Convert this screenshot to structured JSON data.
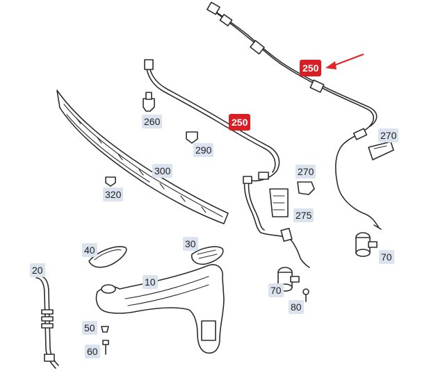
{
  "callouts": {
    "c250_top": "250",
    "c250_mid": "250",
    "c260": "260",
    "c290": "290",
    "c300": "300",
    "c320": "320",
    "c270_mid": "270",
    "c270_right": "270",
    "c275": "275",
    "c70_mid": "70",
    "c70_right": "70",
    "c80": "80",
    "c40": "40",
    "c30": "30",
    "c10": "10",
    "c20": "20",
    "c50": "50",
    "c60": "60"
  },
  "colors": {
    "highlight": "#d91f26",
    "label_bg": "#dbe3ee",
    "line": "#2b2b2b"
  }
}
